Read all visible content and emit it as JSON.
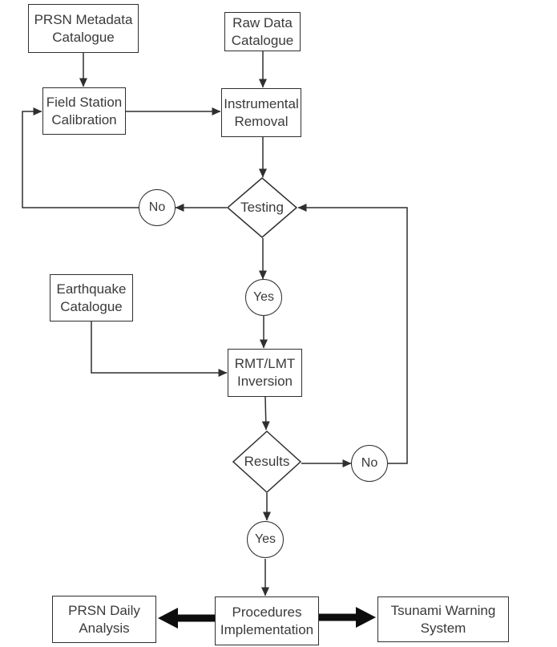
{
  "diagram": {
    "type": "flowchart",
    "colors": {
      "line": "#2f2f2f",
      "text": "#3a3a3a",
      "background": "#ffffff"
    },
    "nodes": {
      "prsn_metadata": {
        "line1": "PRSN Metadata",
        "line2": "Catalogue"
      },
      "raw_data": {
        "line1": "Raw Data",
        "line2": "Catalogue"
      },
      "field_station": {
        "line1": "Field Station",
        "line2": "Calibration"
      },
      "instrumental": {
        "line1": "Instrumental",
        "line2": "Removal"
      },
      "earthquake": {
        "line1": "Earthquake",
        "line2": "Catalogue"
      },
      "rmt_lmt": {
        "line1": "RMT/LMT",
        "line2": "Inversion"
      },
      "prsn_daily": {
        "line1": "PRSN Daily",
        "line2": "Analysis"
      },
      "procedures": {
        "line1": "Procedures",
        "line2": "Implementation"
      },
      "tsunami": {
        "line1": "Tsunami Warning",
        "line2": "System"
      }
    },
    "decisions": {
      "testing": {
        "label": "Testing"
      },
      "results": {
        "label": "Results"
      }
    },
    "terminals": {
      "no_testing": {
        "label": "No"
      },
      "yes_testing": {
        "label": "Yes"
      },
      "no_results": {
        "label": "No"
      },
      "yes_results": {
        "label": "Yes"
      }
    },
    "edges": [
      "PRSN Metadata Catalogue -> Field Station Calibration",
      "Raw Data Catalogue -> Instrumental Removal",
      "Field Station Calibration -> Instrumental Removal",
      "Instrumental Removal -> Testing",
      "Testing -> No -> Field Station Calibration",
      "Testing -> Yes -> RMT/LMT Inversion",
      "Earthquake Catalogue -> RMT/LMT Inversion",
      "RMT/LMT Inversion -> Results",
      "Results -> No -> Testing",
      "Results -> Yes -> Procedures Implementation",
      "Procedures Implementation <-> PRSN Daily Analysis",
      "Procedures Implementation <-> Tsunami Warning System"
    ]
  }
}
